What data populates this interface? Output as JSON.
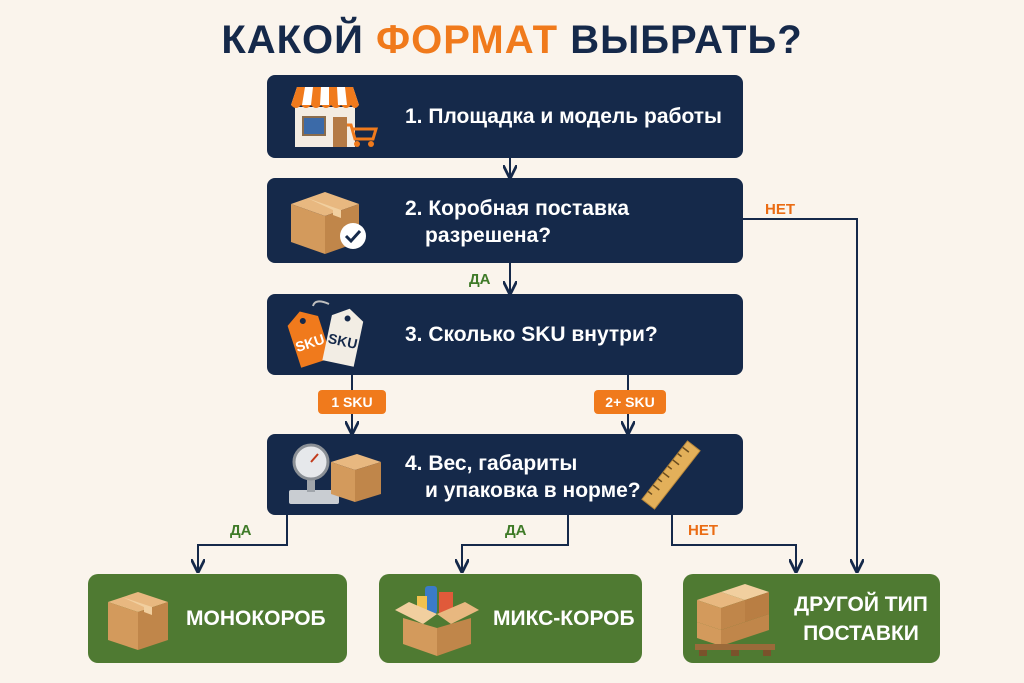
{
  "title": {
    "part1": "КАКОЙ",
    "accent": "ФОРМАТ",
    "part2": "ВЫБРАТЬ?"
  },
  "steps": [
    {
      "line1": "1. Площадка и модель работы",
      "line2": ""
    },
    {
      "line1": "2. Коробная поставка",
      "line2": "разрешена?"
    },
    {
      "line1": "3. Сколько SKU внутри?",
      "line2": ""
    },
    {
      "line1": "4. Вес, габариты",
      "line2": "и упаковка в норме?"
    }
  ],
  "labels": {
    "yes_2": "ДА",
    "no_2": "НЕТ",
    "sku_1": "1 SKU",
    "sku_2": "2+ SKU",
    "yes_left": "ДА",
    "yes_mid": "ДА",
    "no_4": "НЕТ"
  },
  "tags": {
    "tag1": "SKU",
    "tag2": "SKU"
  },
  "results": [
    {
      "line1": "МОНОКОРОБ",
      "line2": ""
    },
    {
      "line1": "МИКС-КОРОБ",
      "line2": ""
    },
    {
      "line1": "ДРУГОЙ ТИП",
      "line2": "ПОСТАВКИ"
    }
  ],
  "colors": {
    "navy": "#15294a",
    "orange": "#f07a1c",
    "green": "#4f7a32",
    "background": "#faf4ec"
  },
  "icons": [
    "storefront-icon",
    "cart-icon",
    "box-check-icon",
    "sku-tags-icon",
    "scale-icon",
    "ruler-icon",
    "box-icon",
    "open-box-icon",
    "pallet-icon"
  ]
}
